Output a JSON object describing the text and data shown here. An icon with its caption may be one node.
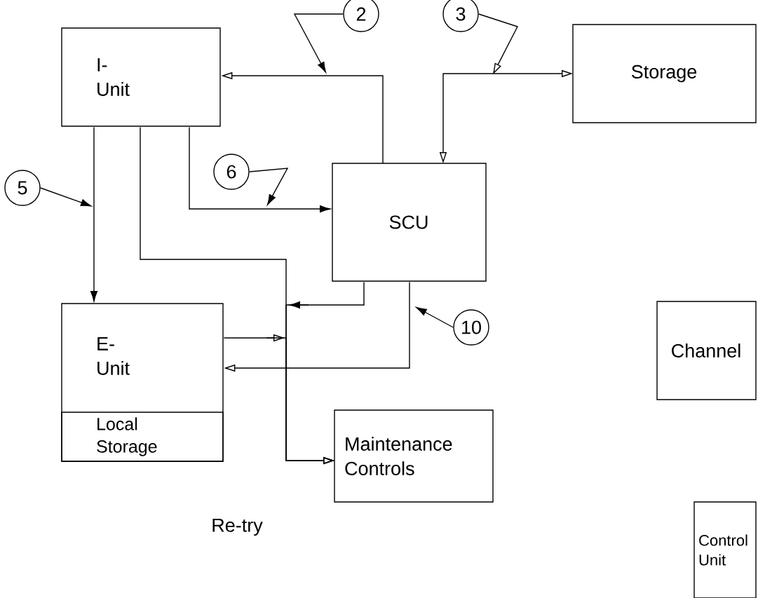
{
  "diagram": {
    "nodes": [
      {
        "text": [
          "I- Unit"
        ]
      },
      {
        "text": [
          "Storage"
        ]
      },
      {
        "text": [
          "SCU"
        ]
      },
      {
        "text": [
          "E- Unit"
        ]
      },
      {
        "text": [
          "Local Storage"
        ],
        "in": 3
      },
      {
        "text": [
          "Channel"
        ]
      },
      {
        "text": [
          "Maintenance Controls"
        ]
      },
      {
        "text": [
          "Control Unit"
        ]
      },
      {
        "text": [
          "2"
        ]
      },
      {
        "text": [
          "3"
        ]
      },
      {
        "text": [
          "5"
        ]
      },
      {
        "text": [
          "6"
        ]
      },
      {
        "text": [
          "10"
        ]
      }
    ],
    "edges": [
      {
        "from": 2,
        "to": 0,
        "arrow": "to"
      },
      {
        "from": 2,
        "to": 1,
        "arrow": "both"
      },
      {
        "from": 0,
        "to": 2,
        "arrow": "to"
      },
      {
        "from": 0,
        "to": 3,
        "arrow": "to"
      },
      {
        "from": 0,
        "to": 6,
        "arrow": "to"
      },
      {
        "from": 2,
        "to": 6,
        "arrow": "to"
      },
      {
        "from": 3,
        "to": 6,
        "arrow": "to"
      },
      {
        "from": 2,
        "to": 3,
        "arrow": "to"
      },
      {
        "from": 8,
        "to": null,
        "arrow": "to"
      },
      {
        "from": 9,
        "to": null,
        "arrow": "to"
      },
      {
        "from": 10,
        "to": null,
        "arrow": "to"
      },
      {
        "from": 11,
        "to": null,
        "arrow": "to"
      },
      {
        "from": 12,
        "to": null,
        "arrow": "to"
      }
    ],
    "labels": [
      "Re-try"
    ]
  }
}
